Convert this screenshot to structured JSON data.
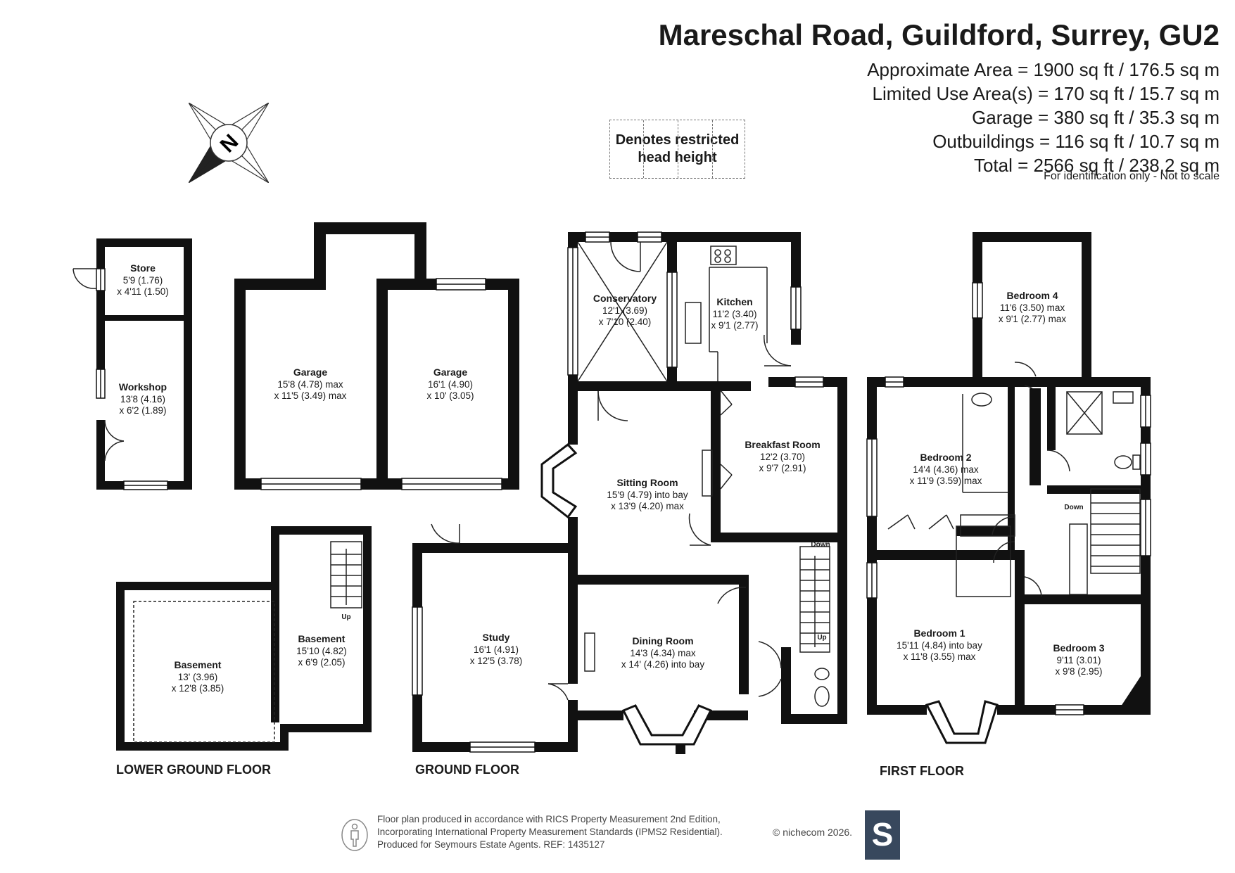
{
  "header": {
    "title": "Mareschal Road, Guildford, Surrey, GU2",
    "areas": [
      "Approximate Area = 1900 sq ft / 176.5 sq m",
      "Limited Use Area(s) = 170 sq ft / 15.7 sq m",
      "Garage = 380 sq ft / 35.3 sq m",
      "Outbuildings = 116 sq ft / 10.7 sq m",
      "Total = 2566 sq ft / 238.2 sq m"
    ],
    "note": "For identification only - Not to scale"
  },
  "compass": {
    "letter": "N"
  },
  "legend": {
    "line1": "Denotes restricted",
    "line2": "head height"
  },
  "floors": {
    "lower_ground": "LOWER GROUND FLOOR",
    "ground": "GROUND FLOOR",
    "first": "FIRST FLOOR"
  },
  "rooms": {
    "store": {
      "name": "Store",
      "dim1": "5'9 (1.76)",
      "dim2": "x 4'11 (1.50)"
    },
    "workshop": {
      "name": "Workshop",
      "dim1": "13'8 (4.16)",
      "dim2": "x 6'2 (1.89)"
    },
    "garage1": {
      "name": "Garage",
      "dim1": "15'8 (4.78) max",
      "dim2": "x 11'5 (3.49) max"
    },
    "garage2": {
      "name": "Garage",
      "dim1": "16'1 (4.90)",
      "dim2": "x 10' (3.05)"
    },
    "conservatory": {
      "name": "Conservatory",
      "dim1": "12'1 (3.69)",
      "dim2": "x 7'10 (2.40)"
    },
    "kitchen": {
      "name": "Kitchen",
      "dim1": "11'2 (3.40)",
      "dim2": "x 9'1 (2.77)"
    },
    "breakfast": {
      "name": "Breakfast Room",
      "dim1": "12'2 (3.70)",
      "dim2": "x 9'7 (2.91)"
    },
    "sitting": {
      "name": "Sitting Room",
      "dim1": "15'9 (4.79) into bay",
      "dim2": "x 13'9 (4.20) max"
    },
    "study": {
      "name": "Study",
      "dim1": "16'1 (4.91)",
      "dim2": "x 12'5 (3.78)"
    },
    "dining": {
      "name": "Dining Room",
      "dim1": "14'3 (4.34) max",
      "dim2": "x 14' (4.26) into bay"
    },
    "basement1": {
      "name": "Basement",
      "dim1": "13' (3.96)",
      "dim2": "x 12'8 (3.85)"
    },
    "basement2": {
      "name": "Basement",
      "dim1": "15'10 (4.82)",
      "dim2": "x 6'9 (2.05)"
    },
    "bedroom4": {
      "name": "Bedroom 4",
      "dim1": "11'6 (3.50) max",
      "dim2": "x 9'1 (2.77) max"
    },
    "bedroom2": {
      "name": "Bedroom 2",
      "dim1": "14'4 (4.36) max",
      "dim2": "x 11'9 (3.59) max"
    },
    "bedroom1": {
      "name": "Bedroom 1",
      "dim1": "15'11 (4.84) into bay",
      "dim2": "x 11'8 (3.55) max"
    },
    "bedroom3": {
      "name": "Bedroom 3",
      "dim1": "9'11 (3.01)",
      "dim2": "x 9'8 (2.95)"
    }
  },
  "stair_labels": {
    "lg_up": "Up",
    "gf_down": "Down",
    "gf_up": "Up",
    "ff_down": "Down"
  },
  "footer": {
    "line1": "Floor plan produced in accordance with RICS Property Measurement 2nd Edition,",
    "line2": "Incorporating International Property Measurement Standards (IPMS2 Residential).",
    "line3": "Produced for Seymours Estate Agents.   REF: 1435127",
    "credit": "© nichecom 2026.",
    "logo_letter": "S"
  }
}
